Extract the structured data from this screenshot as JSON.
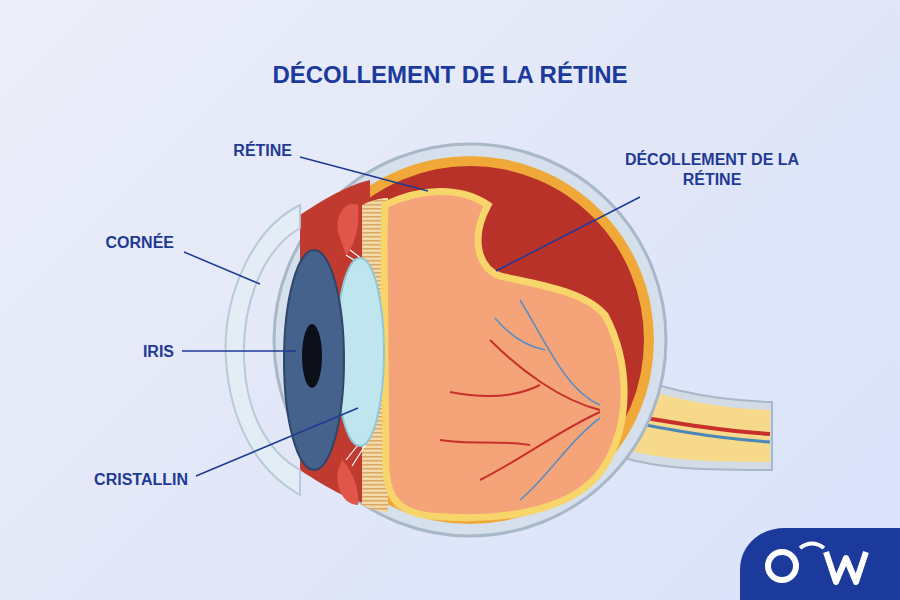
{
  "diagram": {
    "title": "DÉCOLLEMENT DE LA RÉTINE",
    "labels": [
      "RÉTINE",
      "DÉCOLLEMENT DE LA RÉTINE",
      "CORNÉE",
      "IRIS",
      "CRISTALLIN"
    ]
  }
}
